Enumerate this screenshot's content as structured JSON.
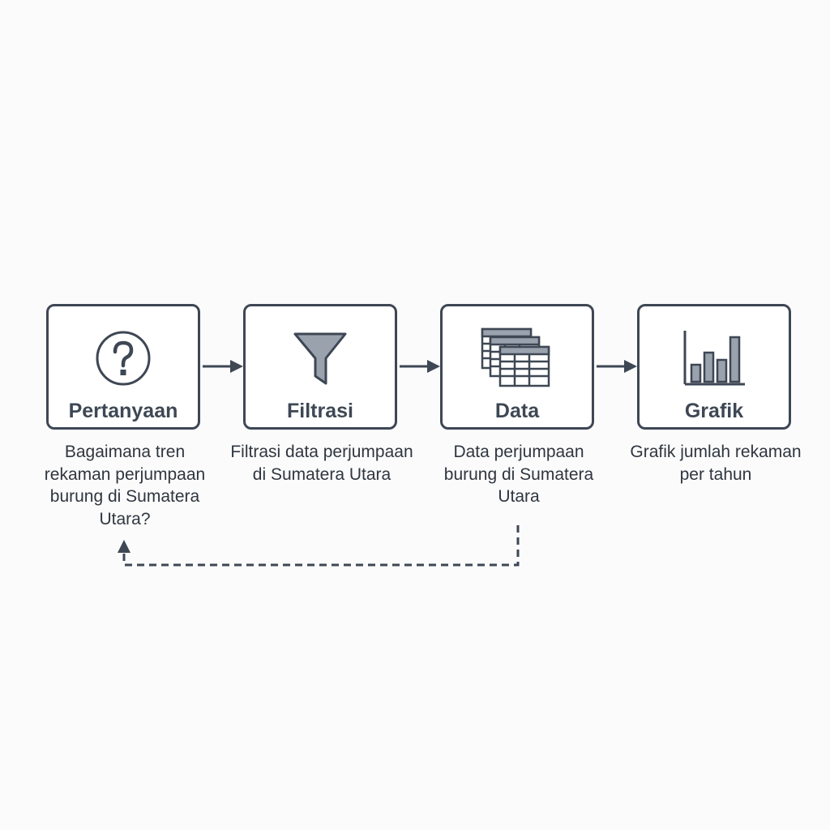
{
  "diagram": {
    "steps": [
      {
        "title": "Pertanyaan",
        "icon": "question-circle-icon",
        "description": "Bagaimana tren rekaman perjumpaan burung di Sumatera Utara?"
      },
      {
        "title": "Filtrasi",
        "icon": "funnel-filter-icon",
        "description": "Filtrasi data perjumpaan di Sumatera Utara"
      },
      {
        "title": "Data",
        "icon": "data-table-stack-icon",
        "description": "Data perjumpaan burung di Sumatera Utara"
      },
      {
        "title": "Grafik",
        "icon": "bar-chart-icon",
        "description": "Grafik jumlah rekaman per tahun"
      }
    ],
    "colors": {
      "stroke": "#3e4754",
      "icon_fill": "#9aa2ad",
      "text": "#2f3640",
      "background": "#fbfbfb"
    }
  }
}
